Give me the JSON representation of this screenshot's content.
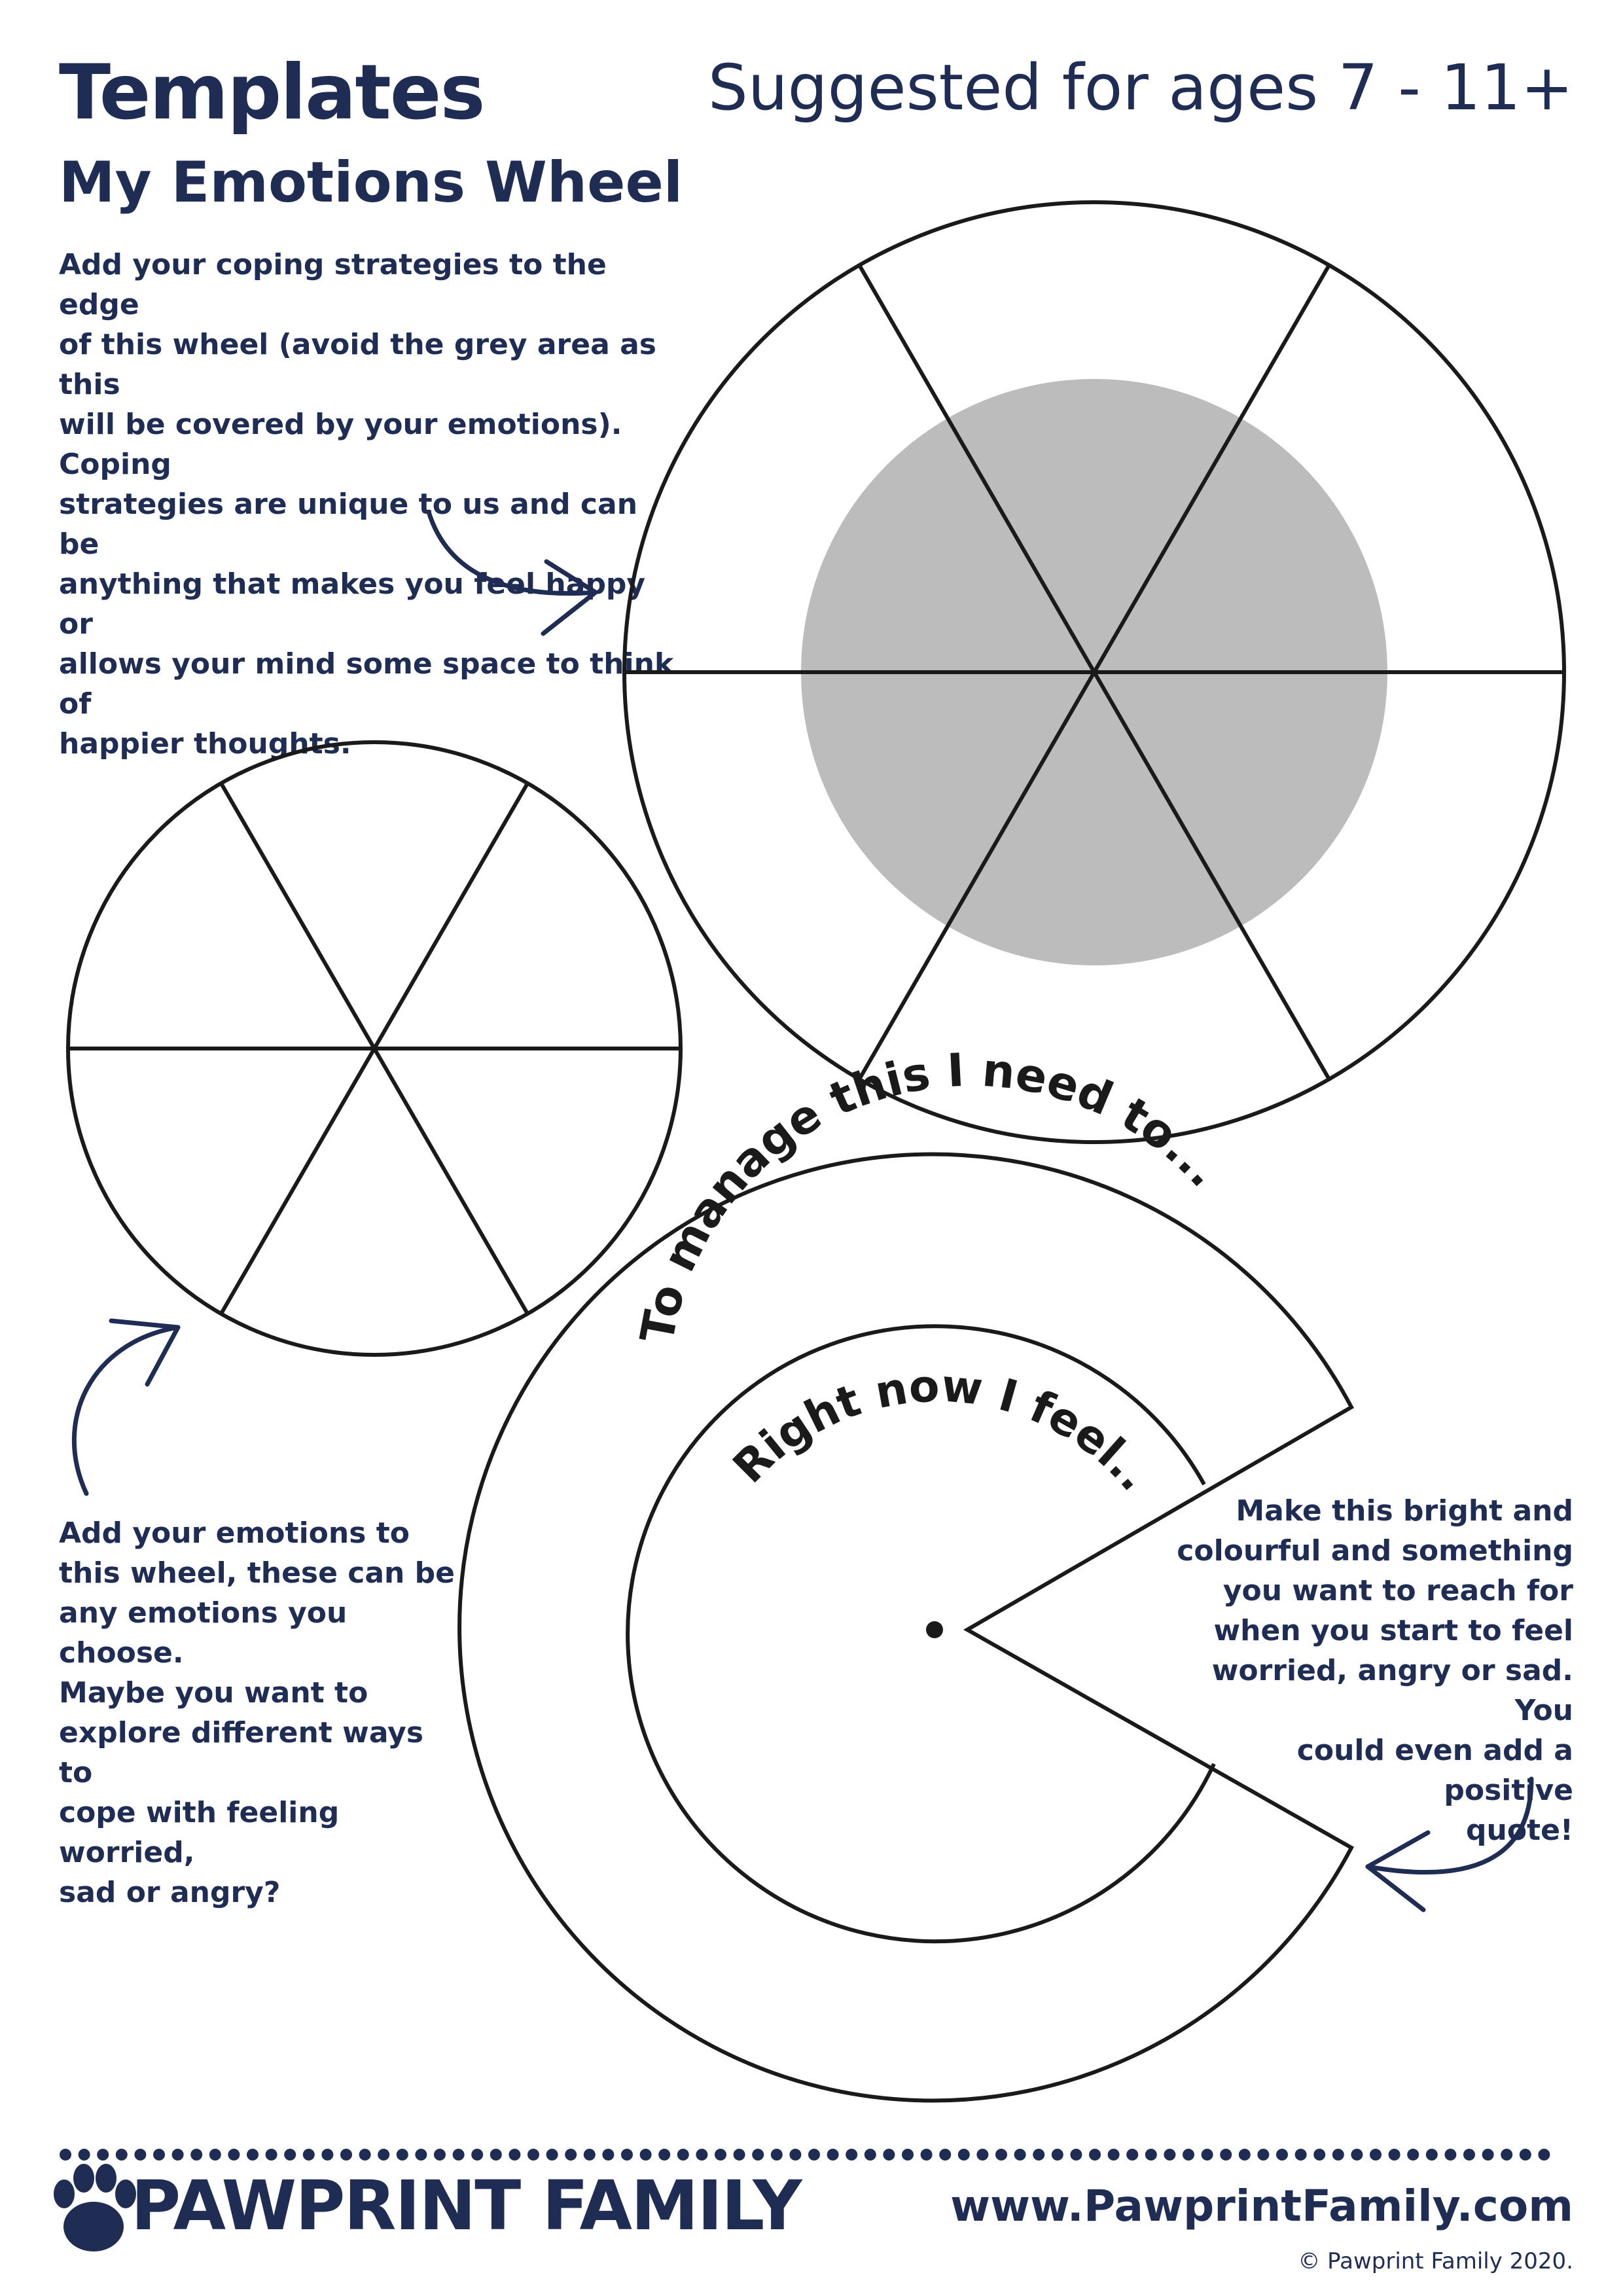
{
  "header": {
    "title": "Templates",
    "subtitle": "My Emotions Wheel",
    "ages": "Suggested for ages 7 - 11+"
  },
  "notes": {
    "coping": "Add your coping strategies to the edge\nof this wheel (avoid the grey area as this\nwill be covered by your emotions). Coping\nstrategies are unique to us and can be\nanything that makes you feel happy or\nallows your mind some space to think of\nhappier thoughts.",
    "emotions": "Add your emotions to\nthis wheel, these can be\nany emotions you choose.\nMaybe you want to\nexplore different ways to\ncope with feeling worried,\nsad or angry?",
    "bright": "Make this bright and\ncolourful and something\nyou want to reach for\nwhen you start to feel\nworried, angry or sad. You\ncould even add a positive\nquote!"
  },
  "cover": {
    "outer_text": "To manage this I need to...",
    "inner_text": "Right now I feel..."
  },
  "footer": {
    "brand": "PAWPRINT FAMILY",
    "website": "www.PawprintFamily.com",
    "copyright": "© Pawprint Family 2020."
  },
  "colors": {
    "navy": "#1f2d55",
    "grey_area": "#bcbcbc",
    "line": "#1a1a1a"
  }
}
